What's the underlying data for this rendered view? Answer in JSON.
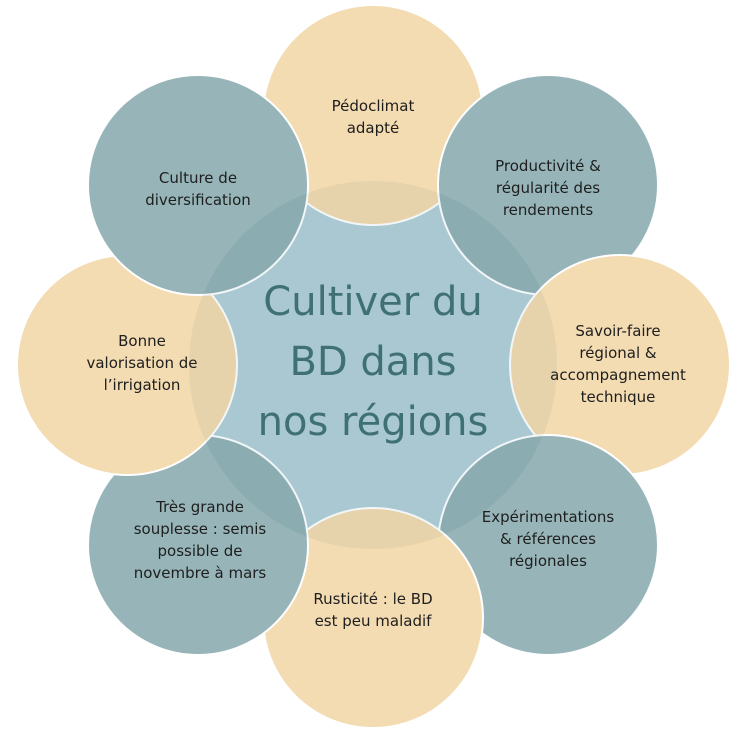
{
  "diagram": {
    "type": "radial-venn",
    "center": {
      "label": "Cultiver du\nBD dans\nnos régions",
      "color": "#a9c8d2",
      "text_color": "#3f7073"
    },
    "colors": {
      "teal": "#8fb0b3",
      "beige": "#f2d5a5",
      "border": "#ffffff"
    },
    "nodes": [
      {
        "label": "Pédoclimat\nadapté",
        "color": "beige"
      },
      {
        "label": "Productivité &\nrégularité des\nrendements",
        "color": "teal"
      },
      {
        "label": "Savoir-faire\nrégional &\naccompagnement\ntechnique",
        "color": "beige"
      },
      {
        "label": "Expérimentations\n& références\nrégionales",
        "color": "teal"
      },
      {
        "label": "Rusticité : le BD\nest peu maladif",
        "color": "beige"
      },
      {
        "label": "Très grande\nsouplesse : semis\npossible de\nnovembre à mars",
        "color": "teal"
      },
      {
        "label": "Bonne\nvalorisation de\nl’irrigation",
        "color": "beige"
      },
      {
        "label": "Culture de\ndiversification",
        "color": "teal"
      }
    ]
  }
}
